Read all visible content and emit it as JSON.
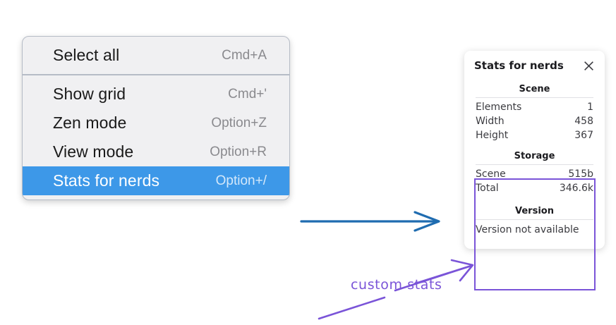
{
  "context_menu": {
    "groups": [
      {
        "items": [
          {
            "label": "Select all",
            "shortcut": "Cmd+A",
            "highlighted": false
          }
        ]
      },
      {
        "items": [
          {
            "label": "Show grid",
            "shortcut": "Cmd+'",
            "highlighted": false
          },
          {
            "label": "Zen mode",
            "shortcut": "Option+Z",
            "highlighted": false
          },
          {
            "label": "View mode",
            "shortcut": "Option+R",
            "highlighted": false
          },
          {
            "label": "Stats for nerds",
            "shortcut": "Option+/",
            "highlighted": true
          }
        ]
      }
    ],
    "highlight_color": "#3d98e8"
  },
  "stats_panel": {
    "title": "Stats for nerds",
    "close_icon": "close-icon",
    "sections": [
      {
        "name": "Scene",
        "rows": [
          {
            "label": "Elements",
            "value": "1"
          },
          {
            "label": "Width",
            "value": "458"
          },
          {
            "label": "Height",
            "value": "367"
          }
        ]
      },
      {
        "name": "Storage",
        "rows": [
          {
            "label": "Scene",
            "value": "515b"
          },
          {
            "label": "Total",
            "value": "346.6k"
          }
        ]
      },
      {
        "name": "Version",
        "note": "Version not available"
      }
    ]
  },
  "annotations": {
    "custom_stats_label": "custom stats",
    "annotation_color": "#7a54d8",
    "arrow_color": "#1f6cb0"
  }
}
